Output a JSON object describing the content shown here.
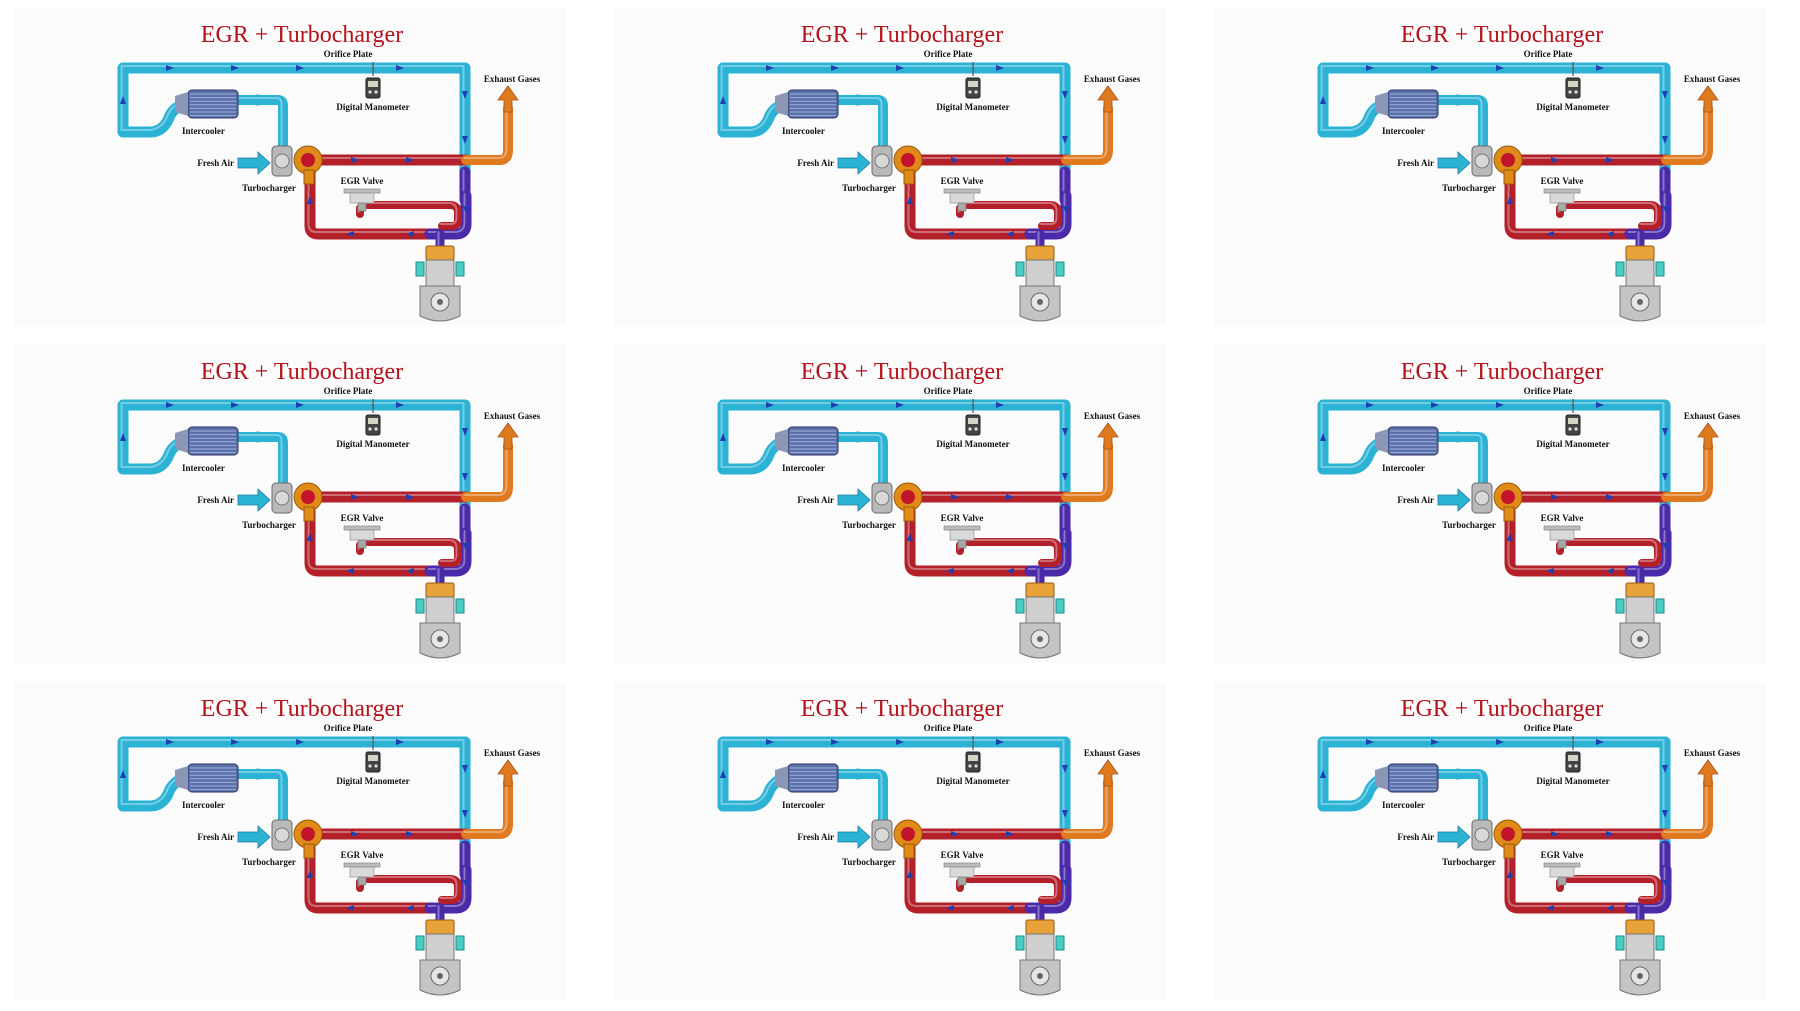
{
  "panels": [
    {
      "title": "EGR + Turbocharger",
      "labels": {
        "orifice_plate": "Orifice Plate",
        "digital_manometer": "Digital Manometer",
        "intercooler": "Intercooler",
        "exhaust_gases": "Exhaust Gases",
        "fresh_air": "Fresh Air",
        "turbocharger": "Turbocharger",
        "egr_valve": "EGR Valve"
      }
    },
    {
      "title": "EGR + Turbocharger",
      "labels": {
        "orifice_plate": "Orifice Plate",
        "digital_manometer": "Digital Manometer",
        "intercooler": "Intercooler",
        "exhaust_gases": "Exhaust Gases",
        "fresh_air": "Fresh Air",
        "turbocharger": "Turbocharger",
        "egr_valve": "EGR Valve"
      }
    },
    {
      "title": "EGR + Turbocharger",
      "labels": {
        "orifice_plate": "Orifice Plate",
        "digital_manometer": "Digital Manometer",
        "intercooler": "Intercooler",
        "exhaust_gases": "Exhaust Gases",
        "fresh_air": "Fresh Air",
        "turbocharger": "Turbocharger",
        "egr_valve": "EGR Valve"
      }
    },
    {
      "title": "EGR + Turbocharger",
      "labels": {
        "orifice_plate": "Orifice Plate",
        "digital_manometer": "Digital Manometer",
        "intercooler": "Intercooler",
        "exhaust_gases": "Exhaust Gases",
        "fresh_air": "Fresh Air",
        "turbocharger": "Turbocharger",
        "egr_valve": "EGR Valve"
      }
    },
    {
      "title": "EGR + Turbocharger",
      "labels": {
        "orifice_plate": "Orifice Plate",
        "digital_manometer": "Digital Manometer",
        "intercooler": "Intercooler",
        "exhaust_gases": "Exhaust Gases",
        "fresh_air": "Fresh Air",
        "turbocharger": "Turbocharger",
        "egr_valve": "EGR Valve"
      }
    },
    {
      "title": "EGR + Turbocharger",
      "labels": {
        "orifice_plate": "Orifice Plate",
        "digital_manometer": "Digital Manometer",
        "intercooler": "Intercooler",
        "exhaust_gases": "Exhaust Gases",
        "fresh_air": "Fresh Air",
        "turbocharger": "Turbocharger",
        "egr_valve": "EGR Valve"
      }
    },
    {
      "title": "EGR + Turbocharger",
      "labels": {
        "orifice_plate": "Orifice Plate",
        "digital_manometer": "Digital Manometer",
        "intercooler": "Intercooler",
        "exhaust_gases": "Exhaust Gases",
        "fresh_air": "Fresh Air",
        "turbocharger": "Turbocharger",
        "egr_valve": "EGR Valve"
      }
    },
    {
      "title": "EGR + Turbocharger",
      "labels": {
        "orifice_plate": "Orifice Plate",
        "digital_manometer": "Digital Manometer",
        "intercooler": "Intercooler",
        "exhaust_gases": "Exhaust Gases",
        "fresh_air": "Fresh Air",
        "turbocharger": "Turbocharger",
        "egr_valve": "EGR Valve"
      }
    },
    {
      "title": "EGR + Turbocharger",
      "labels": {
        "orifice_plate": "Orifice Plate",
        "digital_manometer": "Digital Manometer",
        "intercooler": "Intercooler",
        "exhaust_gases": "Exhaust Gases",
        "fresh_air": "Fresh Air",
        "turbocharger": "Turbocharger",
        "egr_valve": "EGR Valve"
      }
    }
  ],
  "colors": {
    "title": "#b5121b",
    "cool_pipe": "#2bb3d6",
    "hot_pipe": "#b3202a",
    "mixed_pipe": "#4a2aa8",
    "exhaust_pipe": "#e07a1f",
    "arrow": "#1f3fb0",
    "label": "#111111"
  },
  "icons": {
    "intercooler": "intercooler-icon",
    "manometer": "manometer-icon",
    "turbocharger": "turbocharger-icon",
    "egr_valve": "egr-valve-icon",
    "engine": "engine-cylinder-icon",
    "fresh_air_arrow": "fresh-air-arrow-icon",
    "exhaust_arrow": "exhaust-arrow-icon"
  }
}
